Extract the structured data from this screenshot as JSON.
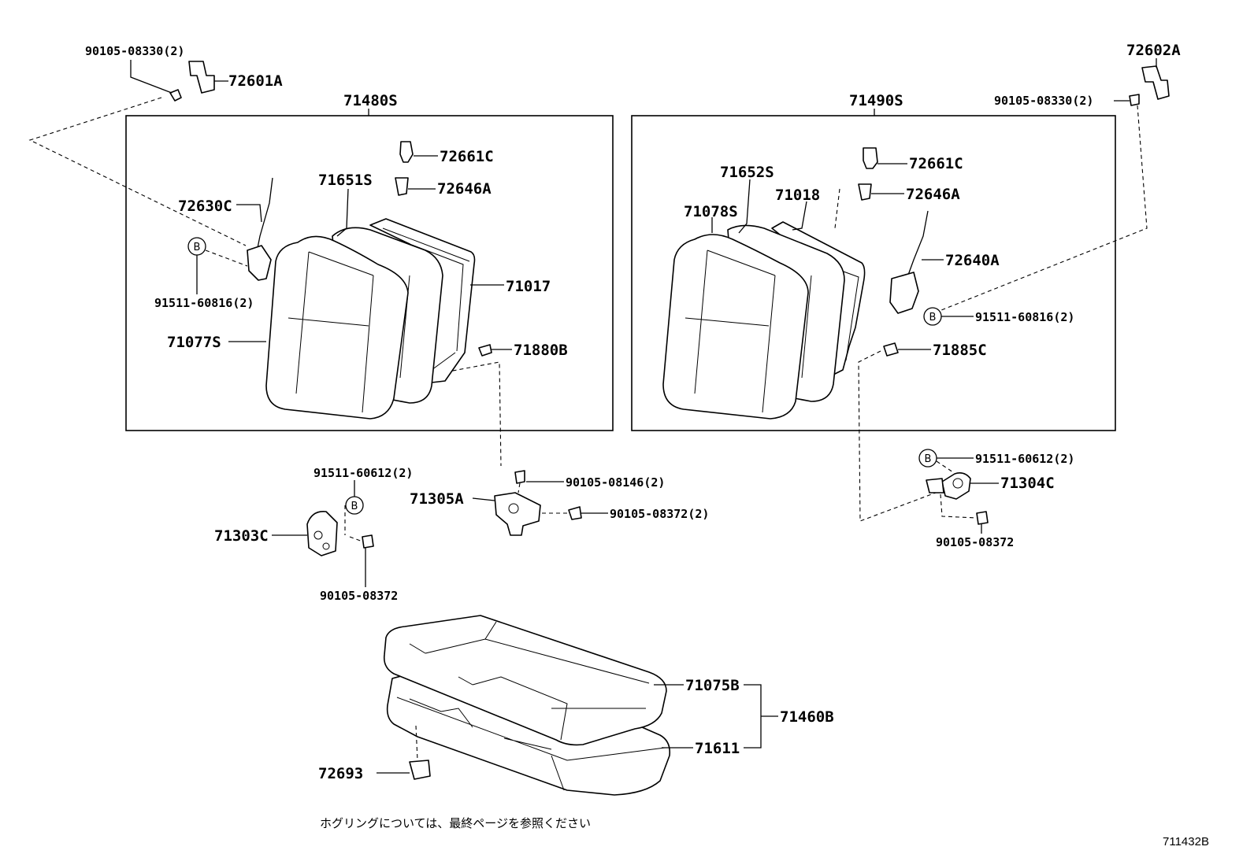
{
  "labels": {
    "p90105_08330_l": "90105-08330(2)",
    "p72601A": "72601A",
    "p71480S": "71480S",
    "p72661C_l": "72661C",
    "p72646A_l": "72646A",
    "p71651S": "71651S",
    "p72630C": "72630C",
    "p91511_60816_l": "91511-60816(2)",
    "p71017": "71017",
    "p71077S": "71077S",
    "p71880B": "71880B",
    "p72602A": "72602A",
    "p71490S": "71490S",
    "p90105_08330_r": "90105-08330(2)",
    "p72661C_r": "72661C",
    "p71652S": "71652S",
    "p71018": "71018",
    "p72646A_r": "72646A",
    "p71078S": "71078S",
    "p72640A": "72640A",
    "p91511_60816_r": "91511-60816(2)",
    "p71885C": "71885C",
    "p91511_60612_l": "91511-60612(2)",
    "p71305A": "71305A",
    "p90105_08146": "90105-08146(2)",
    "p90105_08372_c": "90105-08372(2)",
    "p71303C": "71303C",
    "p90105_08372_l": "90105-08372",
    "p91511_60612_r": "91511-60612(2)",
    "p71304C": "71304C",
    "p90105_08372_r": "90105-08372",
    "p71075B": "71075B",
    "p71460B": "71460B",
    "p71611": "71611",
    "p72693": "72693"
  },
  "markers": {
    "b": "B"
  },
  "note": "ホグリングについては、最終ページを参照ください",
  "diagram_code": "711432B"
}
